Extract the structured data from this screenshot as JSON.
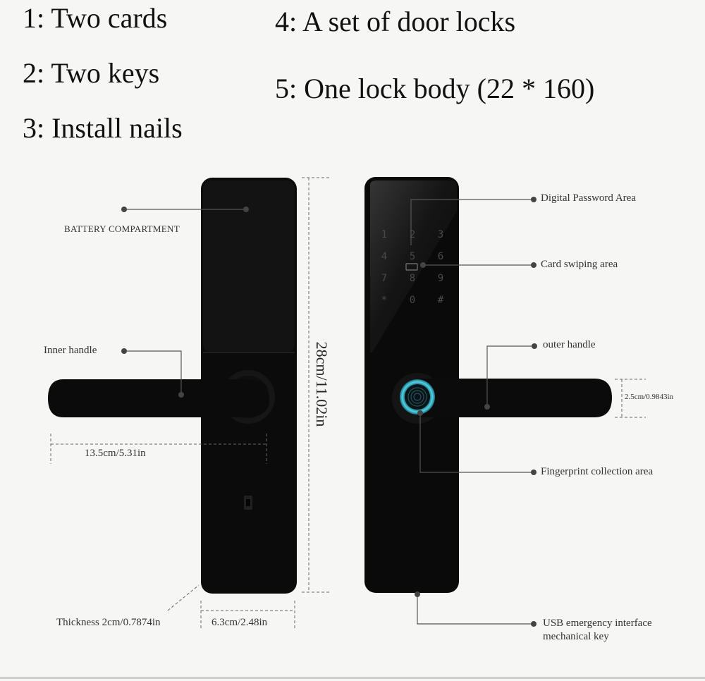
{
  "contents_list": [
    "1: Two cards",
    "2: Two keys",
    "3: Install nails",
    "4: A set of door locks",
    "5: One lock body (22 * 160)"
  ],
  "inner_side": {
    "battery_label": "BATTERY COMPARTMENT",
    "inner_handle_label": "Inner handle"
  },
  "outer_side": {
    "password_area_label": "Digital Password Area",
    "card_area_label": "Card swiping area",
    "outer_handle_label": "outer handle",
    "fingerprint_label": "Fingerprint collection area",
    "usb_label": "USB emergency interface\nmechanical key",
    "keypad_keys": [
      "1",
      "2",
      "3",
      "4",
      "5",
      "6",
      "7",
      "8",
      "9",
      "*",
      "0",
      "#"
    ]
  },
  "dimensions": {
    "height": "28cm/11.02in",
    "handle_length": "13.5cm/5.31in",
    "thickness": "Thickness 2cm/0.7874in",
    "width": "6.3cm/2.48in",
    "handle_thickness": "2.5cm/0.9843in"
  },
  "colors": {
    "body": "#0b0b0b",
    "leader_line": "#555555",
    "dot": "#444444",
    "keypad_digit": "#4a4a4a",
    "fingerprint_ring": "#4fd3e8"
  }
}
